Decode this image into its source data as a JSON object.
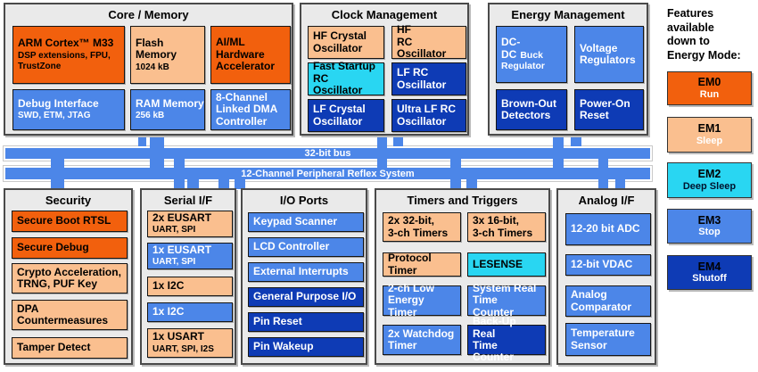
{
  "colors": {
    "orange": "#F2600D",
    "peach": "#FABF8F",
    "cyan": "#29D6F2",
    "blue": "#4C86E8",
    "navy": "#0E3BB5",
    "section_bg": "#EAEAEA"
  },
  "bus": {
    "main": "32-bit bus",
    "reflex": "12-Channel Peripheral Reflex System"
  },
  "sections": {
    "core_memory": {
      "title": "Core / Memory",
      "boxes": [
        {
          "t": "ARM Cortex™ M33",
          "s": "DSP extensions, FPU, TrustZone"
        },
        {
          "t": "Flash Memory",
          "s": "1024 kB"
        },
        {
          "t": "AI/ML Hardware Accelerator"
        },
        {
          "t": "Debug Interface",
          "s": "SWD, ETM, JTAG"
        },
        {
          "t": "RAM Memory",
          "s": "256 kB"
        },
        {
          "t": "8-Channel Linked DMA Controller"
        }
      ]
    },
    "clock": {
      "title": "Clock Management",
      "boxes": [
        {
          "t": "HF Crystal",
          "t2": "Oscillator"
        },
        {
          "t": "HF",
          "t2": "RC Oscillator"
        },
        {
          "t": "Fast Startup",
          "t2": "RC Oscillator"
        },
        {
          "t": "LF RC",
          "t2": "Oscillator"
        },
        {
          "t": "LF Crystal",
          "t2": "Oscillator"
        },
        {
          "t": "Ultra LF RC",
          "t2": "Oscillator"
        }
      ]
    },
    "energy": {
      "title": "Energy Management",
      "boxes": [
        {
          "t": "DC-DC",
          "suffix": "Buck",
          "t2": "Regulator"
        },
        {
          "t": "Voltage",
          "t2": "Regulators"
        },
        {
          "t": "Brown-Out",
          "t2": "Detectors"
        },
        {
          "t": "Power-On",
          "t2": "Reset"
        }
      ]
    },
    "security": {
      "title": "Security",
      "boxes": [
        {
          "t": "Secure Boot RTSL"
        },
        {
          "t": "Secure Debug"
        },
        {
          "t": "Crypto Acceleration,",
          "t2": "TRNG, PUF Key"
        },
        {
          "t": "DPA",
          "t2": "Countermeasures"
        },
        {
          "t": "Tamper Detect"
        }
      ]
    },
    "serial": {
      "title": "Serial I/F",
      "boxes": [
        {
          "t": "2x EUSART",
          "s": "UART, SPI"
        },
        {
          "t": "1x EUSART",
          "s": "UART, SPI"
        },
        {
          "t": "1x I2C"
        },
        {
          "t": "1x I2C"
        },
        {
          "t": "1x USART",
          "s": "UART, SPI, I2S"
        }
      ]
    },
    "io_ports": {
      "title": "I/O Ports",
      "boxes": [
        {
          "t": "Keypad Scanner"
        },
        {
          "t": "LCD Controller"
        },
        {
          "t": "External Interrupts"
        },
        {
          "t": "General Purpose I/O"
        },
        {
          "t": "Pin Reset"
        },
        {
          "t": "Pin Wakeup"
        }
      ]
    },
    "timers": {
      "title": "Timers and Triggers",
      "boxes": [
        {
          "t": "2x 32-bit,",
          "t2": "3-ch Timers"
        },
        {
          "t": "3x 16-bit,",
          "t2": "3-ch Timers"
        },
        {
          "t": "Protocol",
          "t2": "Timer"
        },
        {
          "t": "LESENSE"
        },
        {
          "t": "2-ch Low",
          "t2": "Energy Timer"
        },
        {
          "t": "System Real",
          "t2": "Time Counter"
        },
        {
          "t": "2x Watchdog",
          "t2": "Timer"
        },
        {
          "t": "Back-Up Real",
          "t2": "Time Counter"
        }
      ]
    },
    "analog": {
      "title": "Analog I/F",
      "boxes": [
        {
          "t": "12-20 bit ADC"
        },
        {
          "t": "12-bit VDAC"
        },
        {
          "t": "Analog",
          "t2": "Comparator"
        },
        {
          "t": "Temperature",
          "t2": "Sensor"
        }
      ]
    }
  },
  "legend": {
    "heading": "Features available down to Energy Mode:",
    "modes": [
      {
        "name": "EM0",
        "label": "Run"
      },
      {
        "name": "EM1",
        "label": "Sleep"
      },
      {
        "name": "EM2",
        "label": "Deep Sleep"
      },
      {
        "name": "EM3",
        "label": "Stop"
      },
      {
        "name": "EM4",
        "label": "Shutoff"
      }
    ]
  }
}
